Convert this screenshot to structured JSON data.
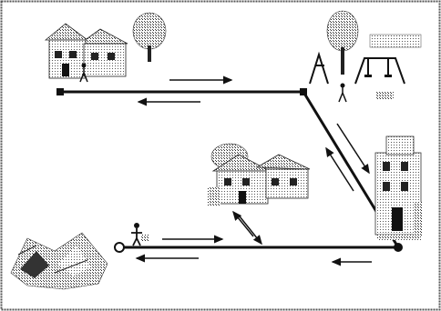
{
  "diagram": {
    "frame_color": "#555555",
    "ink_color": "#111111",
    "light_ink_color": "#777777",
    "path_nodes": [
      "home",
      "playground",
      "store",
      "school",
      "start-point"
    ],
    "scenes": [
      {
        "name": "house",
        "icon": "house-with-trees-icon"
      },
      {
        "name": "playground",
        "icon": "playground-icon"
      },
      {
        "name": "store",
        "icon": "store-building-icon"
      },
      {
        "name": "school",
        "icon": "school-building-icon"
      },
      {
        "name": "landscape",
        "icon": "hills-landscape-icon"
      },
      {
        "name": "child",
        "icon": "child-figure-icon"
      }
    ]
  }
}
